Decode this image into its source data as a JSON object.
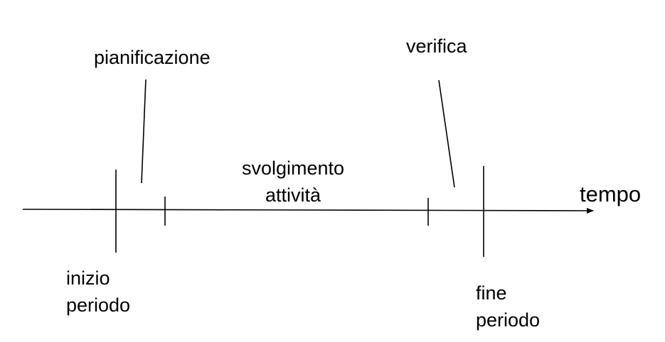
{
  "labels": {
    "pianificazione": "pianificazione",
    "verifica": "verifica",
    "svolgimento_line1": "svolgimento",
    "svolgimento_line2": "attività",
    "tempo": "tempo",
    "inizio_line1": "inizio",
    "inizio_line2": "periodo",
    "fine_line1": "fine",
    "fine_line2": "periodo"
  },
  "colors": {
    "stroke": "#000000",
    "text": "#000000",
    "background": "#ffffff"
  }
}
